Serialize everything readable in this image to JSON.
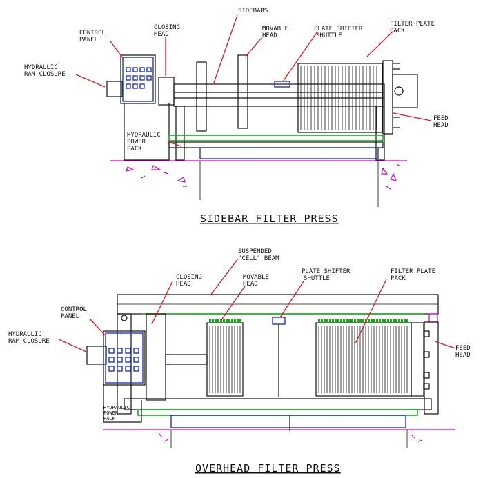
{
  "sidebar_press": {
    "caption": "SIDEBAR FILTER PRESS",
    "labels": {
      "control_panel": [
        "CONTROL",
        "PANEL"
      ],
      "hydraulic_ram": [
        "HYDRAULIC",
        "RAM CLOSURE"
      ],
      "closing_head": [
        "CLOSING",
        "HEAD"
      ],
      "sidebars": [
        "SIDEBARS"
      ],
      "movable_head": [
        "MOVABLE",
        "HEAD"
      ],
      "plate_shifter": [
        "PLATE SHIFTER",
        "SHUTTLE"
      ],
      "filter_plate_pack": [
        "FILTER PLATE",
        "PACK"
      ],
      "feed_head": [
        "FEED",
        "HEAD"
      ],
      "power_pack": [
        "HYDRAULIC",
        "POWER",
        "PACK"
      ]
    }
  },
  "overhead_press": {
    "caption": "OVERHEAD FILTER PRESS",
    "labels": {
      "suspended_beam": [
        "SUSPENDED",
        "\"CELL\" BEAM"
      ],
      "closing_head": [
        "CLOSING",
        "HEAD"
      ],
      "movable_head": [
        "MOVABLE",
        "HEAD"
      ],
      "plate_shifter": [
        "PLATE SHIFTER",
        "SHUTTLE"
      ],
      "filter_plate_pack": [
        "FILTER PLATE",
        "PACK"
      ],
      "control_panel": [
        "CONTROL",
        "PANEL"
      ],
      "hydraulic_ram": [
        "HYDRAULIC",
        "RAM CLOSURE"
      ],
      "feed_head": [
        "FEED",
        "HEAD"
      ],
      "power_pack": [
        "HYDRAULIC",
        "POWER",
        "PACK"
      ]
    }
  },
  "colors": {
    "leader": "#e0141e",
    "floor": "#cc00cc",
    "panel": "#2233cc",
    "plates": "#18a818",
    "line": "#111111"
  }
}
